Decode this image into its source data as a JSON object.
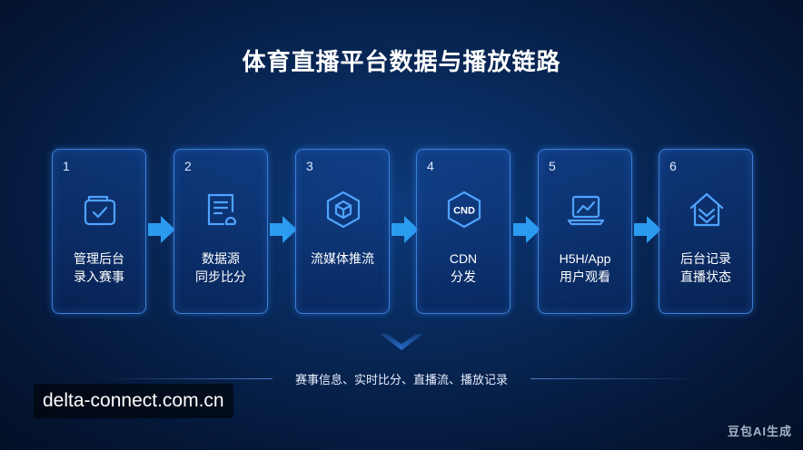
{
  "title": "体育直播平台数据与播放链路",
  "steps": [
    {
      "number": "1",
      "label": "管理后台\n录入赛事",
      "icon": "calendar-check-icon"
    },
    {
      "number": "2",
      "label": "数据源\n同步比分",
      "icon": "document-sync-icon"
    },
    {
      "number": "3",
      "label": "流媒体推流",
      "icon": "cube-stream-icon"
    },
    {
      "number": "4",
      "label": "CDN\n分发",
      "icon": "cnd-badge-icon",
      "icon_text": "CND"
    },
    {
      "number": "5",
      "label": "H5H/App\n用户观看",
      "icon": "laptop-chart-icon"
    },
    {
      "number": "6",
      "label": "后台记录\n直播状态",
      "icon": "house-check-icon"
    }
  ],
  "bottom_caption": "赛事信息、实时比分、直播流、播放记录",
  "watermark_url": "delta-connect.com.cn",
  "watermark_ai": "豆包AI生成",
  "colors": {
    "accent": "#3a7fd6",
    "arrow": "#2fa8ff",
    "icon_stroke": "#4fa3ff"
  }
}
